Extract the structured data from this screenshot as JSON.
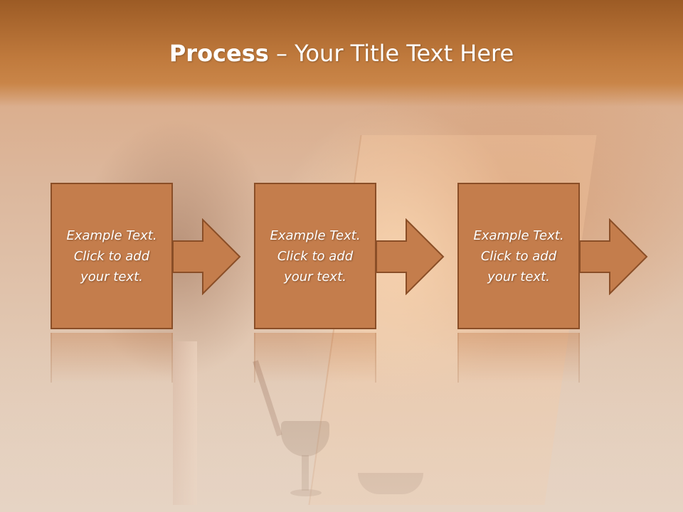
{
  "slide": {
    "title_bold": "Process",
    "title_rest": " – Your Title Text Here"
  },
  "process": {
    "steps": [
      {
        "text": "Example Text.\nClick  to add\nyour text."
      },
      {
        "text": "Example Text.\nClick  to add\nyour text."
      },
      {
        "text": "Example Text.\nClick  to add\nyour text."
      }
    ]
  },
  "colors": {
    "title_band": "#c07a3d",
    "box_fill": "#c47d4c",
    "box_border": "#8a4e27",
    "text": "#ffffff"
  },
  "icons": [
    "arrow-right-icon"
  ]
}
